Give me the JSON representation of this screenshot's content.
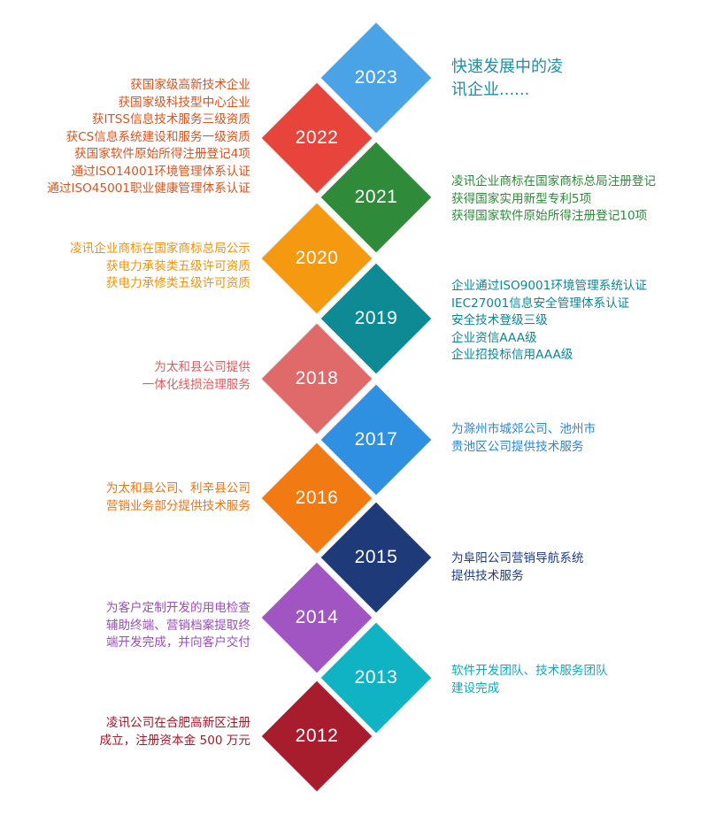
{
  "intro": {
    "lines": [
      "快速发展中的凌",
      "讯企业......"
    ],
    "color": "#1e8fa0"
  },
  "milestones": [
    {
      "year": "2023",
      "color": "#4aa3e6",
      "side": "right",
      "lines": []
    },
    {
      "year": "2022",
      "color": "#e7453b",
      "side": "left",
      "text_color": "#d9541f",
      "lines": [
        "获国家级高新技术企业",
        "获国家级科技型中心企业",
        "获ITSS信息技术服务三级资质",
        "获CS信息系统建设和服务一级资质",
        "获国家软件原始所得注册登记4项",
        "通过ISO14001环境管理体系认证",
        "通过ISO45001职业健康管理体系认证"
      ]
    },
    {
      "year": "2021",
      "color": "#2f8a3a",
      "side": "right",
      "text_color": "#2e8b3a",
      "lines": [
        "凌讯企业商标在国家商标总局注册登记",
        "获得国家实用新型专利5项",
        "获得国家软件原始所得注册登记10项"
      ]
    },
    {
      "year": "2020",
      "color": "#f59a10",
      "side": "left",
      "text_color": "#f0940c",
      "lines": [
        "凌讯企业商标在国家商标总局公示",
        "获电力承装类五级许可资质",
        "获电力承修类五级许可资质"
      ]
    },
    {
      "year": "2019",
      "color": "#0e8a95",
      "side": "right",
      "text_color": "#0d8795",
      "lines": [
        "企业通过ISO9001环境管理系统认证",
        "IEC27001信息安全管理体系认证",
        "安全技术登级三级",
        "企业资信AAA级",
        "企业招投标信用AAA级"
      ]
    },
    {
      "year": "2018",
      "color": "#e06a6a",
      "side": "left",
      "text_color": "#dd5e5e",
      "lines": [
        "为太和县公司提供",
        "一体化线损治理服务"
      ]
    },
    {
      "year": "2017",
      "color": "#2f8fe0",
      "side": "right",
      "text_color": "#2a86d8",
      "lines": [
        "为滁州市城郊公司、池州市",
        "贵池区公司提供技术服务"
      ]
    },
    {
      "year": "2016",
      "color": "#f17a12",
      "side": "left",
      "text_color": "#ee7414",
      "lines": [
        "为太和县公司、利辛县公司",
        "营销业务部分提供技术服务"
      ]
    },
    {
      "year": "2015",
      "color": "#1e3a78",
      "side": "right",
      "text_color": "#1f3d82",
      "lines": [
        "为阜阳公司营销导航系统",
        "提供技术服务"
      ]
    },
    {
      "year": "2014",
      "color": "#a055c2",
      "side": "left",
      "text_color": "#9a4fbd",
      "lines": [
        "为客户定制开发的用电检查",
        "辅助终端、营销档案提取终",
        "端开发完成，并向客户交付"
      ]
    },
    {
      "year": "2013",
      "color": "#0fb3c4",
      "side": "right",
      "text_color": "#10aabb",
      "lines": [
        "软件开发团队、技术服务团队",
        "建设完成"
      ]
    },
    {
      "year": "2012",
      "color": "#a81d2e",
      "side": "left",
      "text_color": "#a11a2a",
      "lines": [
        "凌讯公司在合肥高新区注册",
        "成立，注册资本金 500 万元"
      ]
    }
  ]
}
